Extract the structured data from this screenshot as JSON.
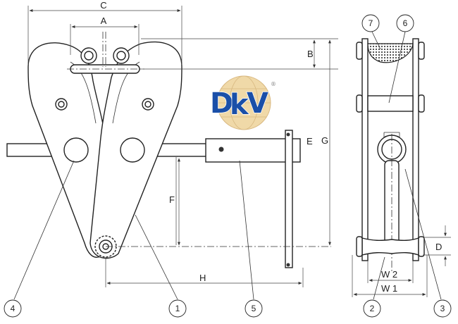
{
  "dimensions": {
    "a": "A",
    "b": "B",
    "c": "C",
    "d": "D",
    "e": "E",
    "f": "F",
    "g": "G",
    "h": "H",
    "w1": "W 1",
    "w2": "W 2"
  },
  "callouts": [
    "1",
    "2",
    "3",
    "4",
    "5",
    "6",
    "7"
  ],
  "logo": {
    "text_d": "D",
    "text_k": "k",
    "text_v": "V",
    "registered": "®"
  },
  "colors": {
    "line": "#222222",
    "logo_blue": "#1a4fa8",
    "logo_globe": "#f0d9a8"
  }
}
